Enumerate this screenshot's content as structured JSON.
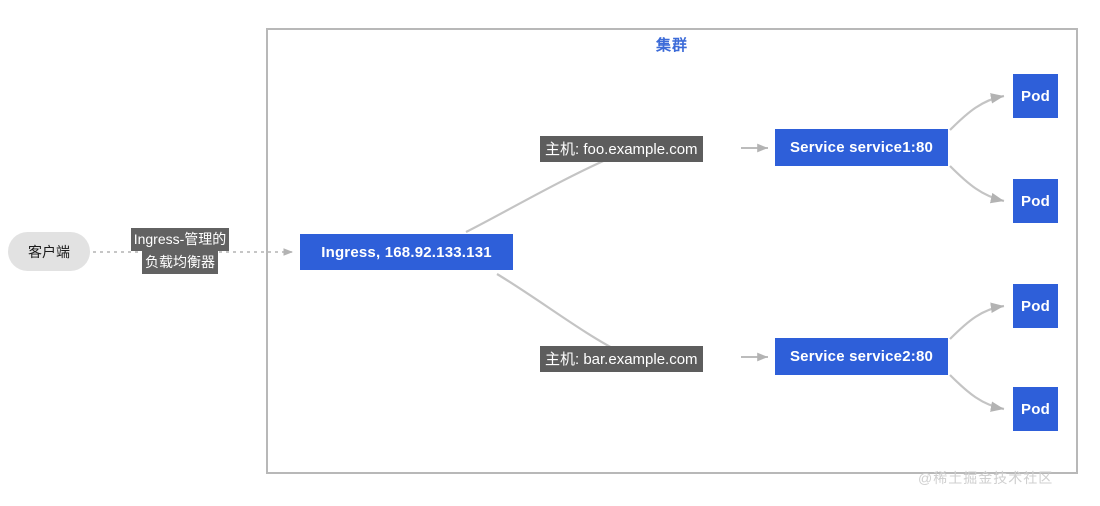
{
  "diagram": {
    "type": "kubernetes-ingress-topology",
    "cluster": {
      "title": "集群"
    },
    "client": {
      "label": "客户端"
    },
    "load_balancer_label": {
      "line1": "Ingress-管理的",
      "line2": "负载均衡器"
    },
    "ingress": {
      "label": "Ingress, 168.92.133.131"
    },
    "routes": [
      {
        "host_label": "主机: foo.example.com",
        "service_label": "Service service1:80",
        "pods": [
          "Pod",
          "Pod"
        ]
      },
      {
        "host_label": "主机: bar.example.com",
        "service_label": "Service service2:80",
        "pods": [
          "Pod",
          "Pod"
        ]
      }
    ],
    "pods": {
      "pod1": "Pod",
      "pod2": "Pod",
      "pod3": "Pod",
      "pod4": "Pod"
    },
    "watermark": "@稀土掘金技术社区",
    "colors": {
      "node_blue": "#2e5fd9",
      "cluster_border": "#b8b8b8",
      "cluster_title": "#3c6bd8",
      "label_gray": "#5d5d5d",
      "client_gray": "#e2e2e2",
      "edge_gray": "#b3b3b3",
      "watermark_gray": "#cfcfcf"
    }
  }
}
